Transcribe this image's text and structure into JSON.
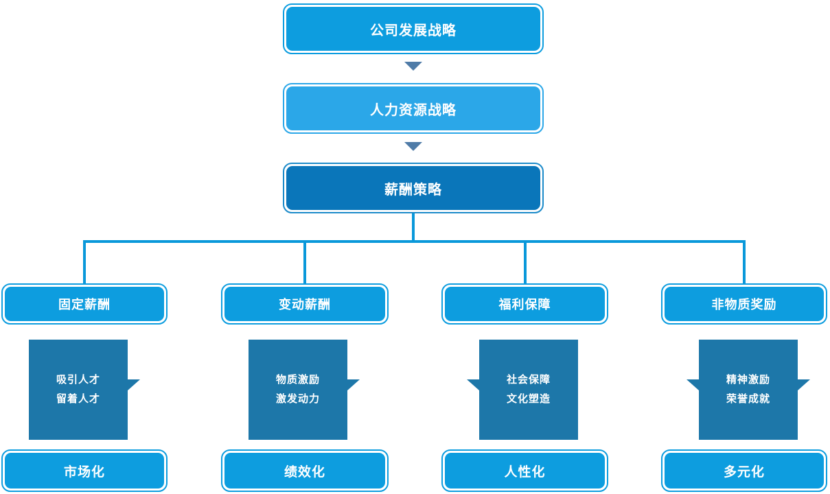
{
  "palette": {
    "bright_blue": "#0d9ddf",
    "light_blue": "#2ba7e8",
    "dark_blue": "#0a76ba",
    "dark_blue_border": "#1b8ac9",
    "square_blue": "#1d77a9",
    "connector_blue": "#0998da",
    "arrow_steel_blue": "#4f7ba7",
    "text_white": "#ffffff"
  },
  "icons": {
    "down_arrow": "down-arrow triangle"
  },
  "top_chain": [
    {
      "label": "公司发展战略",
      "variant": "bright"
    },
    {
      "label": "人力资源战略",
      "variant": "light"
    },
    {
      "label": "薪酬策略",
      "variant": "dark"
    }
  ],
  "columns": [
    {
      "header": "固定薪酬",
      "lines": [
        "吸引人才",
        "留着人才"
      ],
      "footer": "市场化"
    },
    {
      "header": "变动薪酬",
      "lines": [
        "物质激励",
        "激发动力"
      ],
      "footer": "绩效化"
    },
    {
      "header": "福利保障",
      "lines": [
        "社会保障",
        "文化塑造"
      ],
      "footer": "人性化"
    },
    {
      "header": "非物质奖励",
      "lines": [
        "精神激励",
        "荣誉成就"
      ],
      "footer": "多元化"
    }
  ]
}
